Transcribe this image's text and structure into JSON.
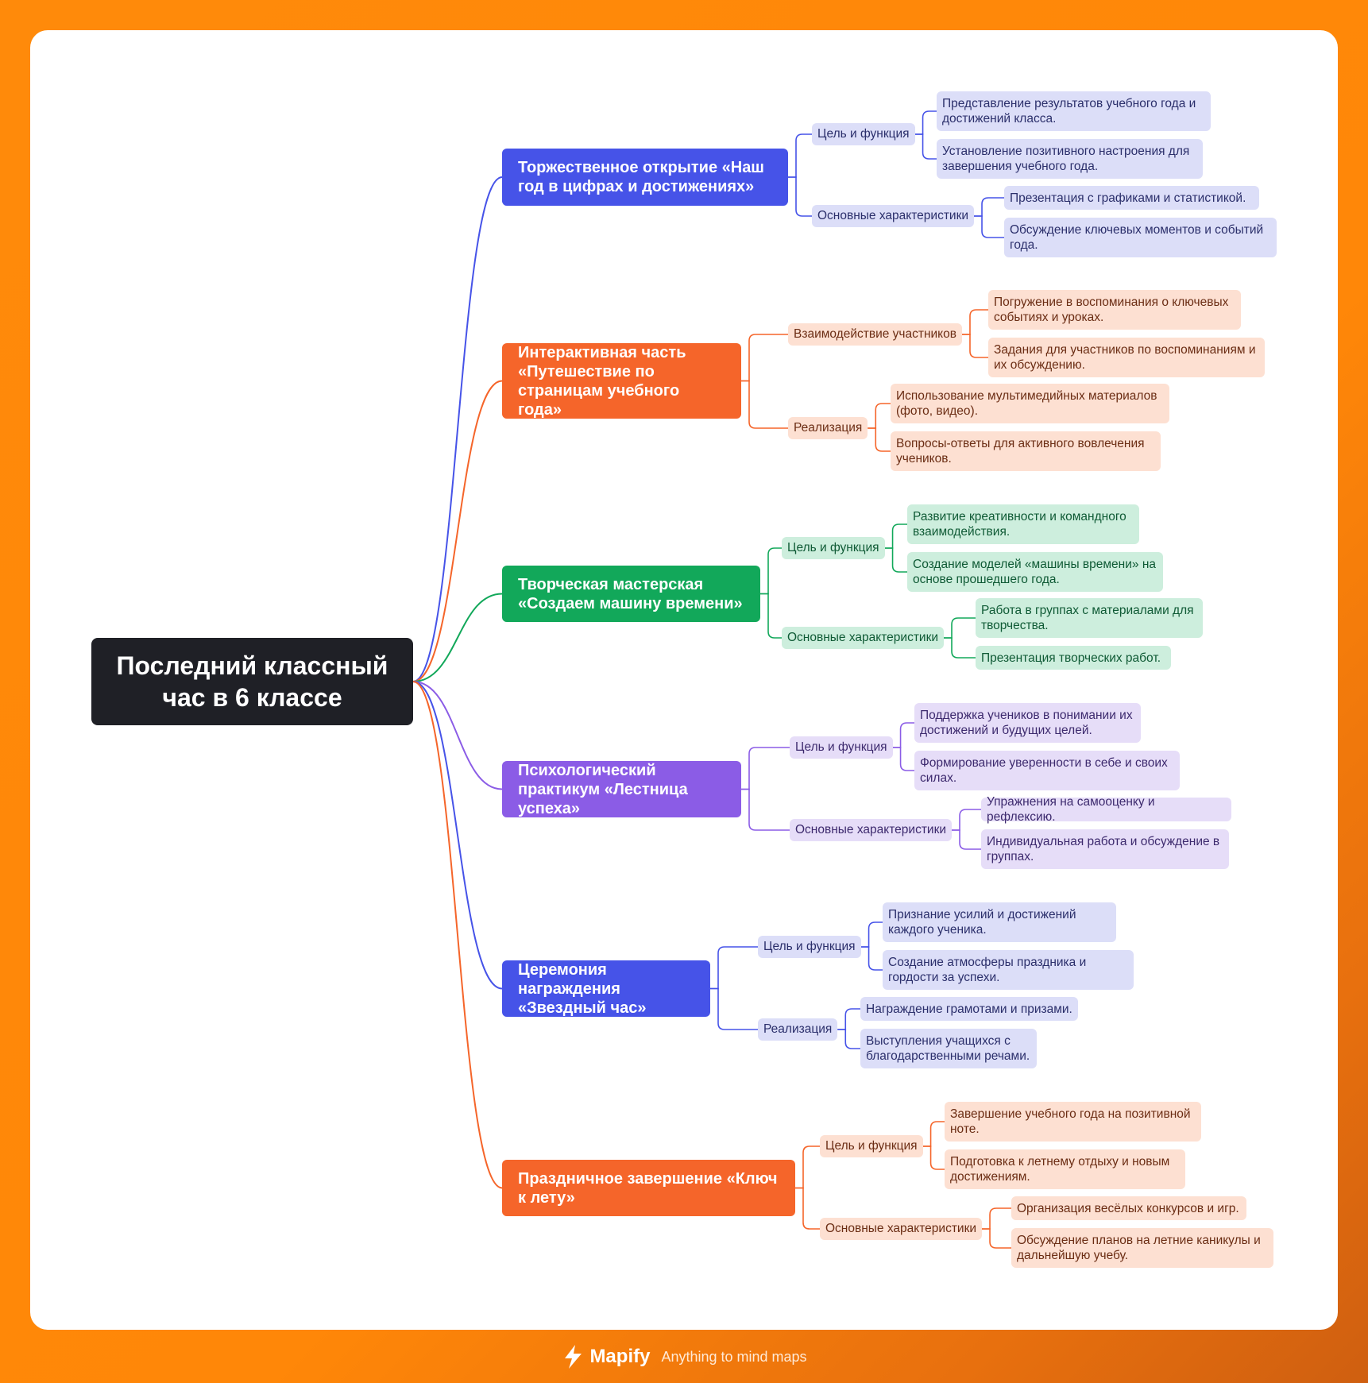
{
  "root": {
    "title": "Последний классный час в 6 классе"
  },
  "colors": {
    "root": "#1f2026",
    "blue": {
      "main": "#4653e8",
      "line": "#4653e8",
      "light": "#dcdef8",
      "text": "#2b2f6b"
    },
    "orange": {
      "main": "#f5652a",
      "line": "#f5652a",
      "light": "#fde0d2",
      "text": "#6b2d14"
    },
    "green": {
      "main": "#12a85a",
      "line": "#12a85a",
      "light": "#cdeedd",
      "text": "#0f5a35"
    },
    "purple": {
      "main": "#8b5ce6",
      "line": "#8b5ce6",
      "light": "#e6ddf8",
      "text": "#3d2a6e"
    }
  },
  "branches": [
    {
      "color": "blue",
      "title": "Торжественное открытие «Наш год в цифрах и достижениях»",
      "groups": [
        {
          "label": "Цель и функция",
          "items": [
            "Представление результатов учебного года и достижений класса.",
            "Установление позитивного настроения для завершения учебного года."
          ]
        },
        {
          "label": "Основные характеристики",
          "items": [
            "Презентация с графиками и статистикой.",
            "Обсуждение ключевых моментов и событий года."
          ]
        }
      ]
    },
    {
      "color": "orange",
      "title": "Интерактивная часть «Путешествие по страницам учебного года»",
      "groups": [
        {
          "label": "Взаимодействие участников",
          "items": [
            "Погружение в воспоминания о ключевых событиях и уроках.",
            "Задания для участников по воспоминаниям и их обсуждению."
          ]
        },
        {
          "label": "Реализация",
          "items": [
            "Использование мультимедийных материалов (фото, видео).",
            "Вопросы-ответы для активного вовлечения учеников."
          ]
        }
      ]
    },
    {
      "color": "green",
      "title": "Творческая мастерская «Создаем машину времени»",
      "groups": [
        {
          "label": "Цель и функция",
          "items": [
            "Развитие креативности и командного взаимодействия.",
            "Создание моделей «машины времени» на основе прошедшего года."
          ]
        },
        {
          "label": "Основные характеристики",
          "items": [
            "Работа в группах с материалами для творчества.",
            "Презентация творческих работ."
          ]
        }
      ]
    },
    {
      "color": "purple",
      "title": "Психологический практикум «Лестница успеха»",
      "groups": [
        {
          "label": "Цель и функция",
          "items": [
            "Поддержка учеников в понимании их достижений и будущих целей.",
            "Формирование уверенности в себе и своих силах."
          ]
        },
        {
          "label": "Основные характеристики",
          "items": [
            "Упражнения на самооценку и рефлексию.",
            "Индивидуальная работа и обсуждение в группах."
          ]
        }
      ]
    },
    {
      "color": "blue",
      "title": "Церемония награждения «Звездный час»",
      "groups": [
        {
          "label": "Цель и функция",
          "items": [
            "Признание усилий и достижений каждого ученика.",
            "Создание атмосферы праздника и гордости за успехи."
          ]
        },
        {
          "label": "Реализация",
          "items": [
            "Награждение грамотами и призами.",
            "Выступления учащихся с благодарственными речами."
          ]
        }
      ]
    },
    {
      "color": "orange",
      "title": "Праздничное завершение «Ключ к лету»",
      "groups": [
        {
          "label": "Цель и функция",
          "items": [
            "Завершение учебного года на позитивной ноте.",
            "Подготовка к летнему отдыху и новым достижениям."
          ]
        },
        {
          "label": "Основные характеристики",
          "items": [
            "Организация весёлых конкурсов и игр.",
            "Обсуждение планов на летние каникулы и дальнейшую учебу."
          ]
        }
      ]
    }
  ],
  "footer": {
    "brand": "Mapify",
    "tagline": "Anything to mind maps",
    "icon": "lightning-bolt-icon"
  }
}
